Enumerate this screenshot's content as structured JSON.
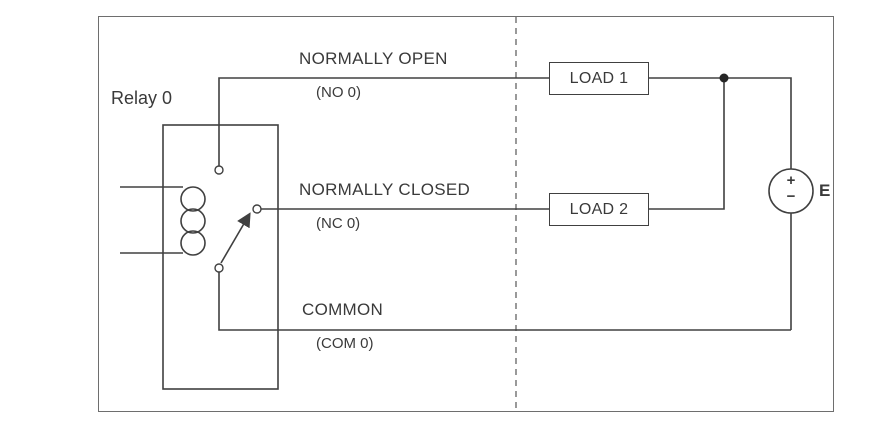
{
  "diagram": {
    "relay_label": "Relay 0",
    "terminals": {
      "no": {
        "title": "NORMALLY OPEN",
        "subtitle": "(NO 0)"
      },
      "nc": {
        "title": "NORMALLY CLOSED",
        "subtitle": "(NC 0)"
      },
      "com": {
        "title": "COMMON",
        "subtitle": "(COM 0)"
      }
    },
    "loads": {
      "load1": "LOAD 1",
      "load2": "LOAD 2"
    },
    "source": {
      "label": "E",
      "plus": "+",
      "minus": "−"
    },
    "colors": {
      "line": "#404040",
      "frame_border": "#6e6e6e",
      "text": "#3a3a3a",
      "junction_dot": "#262626"
    }
  }
}
